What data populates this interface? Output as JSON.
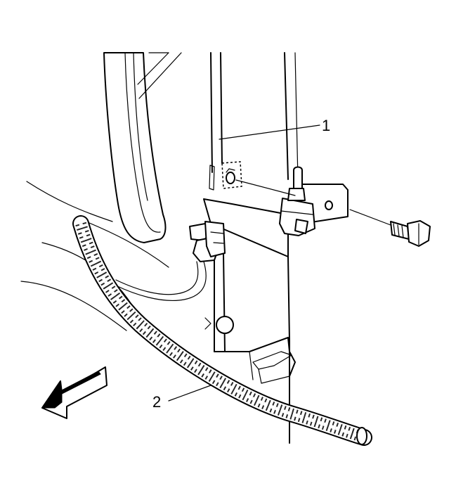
{
  "callouts": [
    {
      "id": "1",
      "label": "1"
    },
    {
      "id": "2",
      "label": "2"
    }
  ],
  "icons": [
    "bolt-icon",
    "direction-arrow-icon"
  ]
}
